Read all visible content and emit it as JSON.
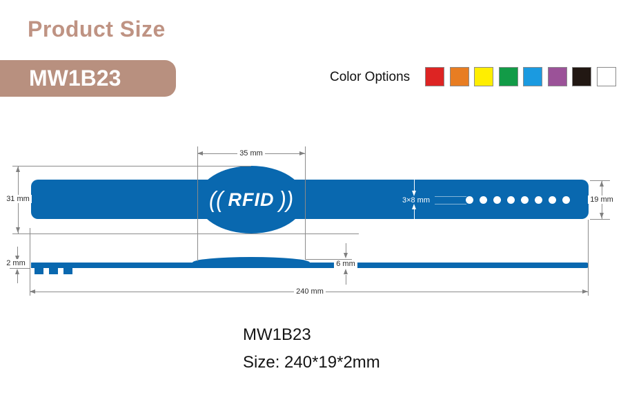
{
  "header": {
    "title": "Product Size",
    "title_color": "#bf9383",
    "badge_color": "#b8907f",
    "model_badge": "MW1B23",
    "color_options_label": "Color Options",
    "color_swatches": [
      {
        "name": "red",
        "hex": "#dd2423"
      },
      {
        "name": "orange",
        "hex": "#e87d22"
      },
      {
        "name": "yellow",
        "hex": "#ffee00"
      },
      {
        "name": "green",
        "hex": "#129b47"
      },
      {
        "name": "blue",
        "hex": "#1b9ae0"
      },
      {
        "name": "purple",
        "hex": "#9b5298"
      },
      {
        "name": "black",
        "hex": "#221813"
      },
      {
        "name": "white",
        "hex": "#ffffff"
      }
    ]
  },
  "diagram": {
    "band_color": "#0968af",
    "hole_count": 8,
    "rfid": {
      "paren_left": "((",
      "text": "RFID",
      "paren_right": "))"
    },
    "dimensions": {
      "oval_width": "35 mm",
      "oval_height": "31 mm",
      "band_width": "19 mm",
      "hole_size": "3×8 mm",
      "thickness": "2 mm",
      "bump_thickness": "6 mm",
      "total_length": "240 mm"
    }
  },
  "footer": {
    "model": "MW1B23",
    "size": "Size: 240*19*2mm"
  }
}
